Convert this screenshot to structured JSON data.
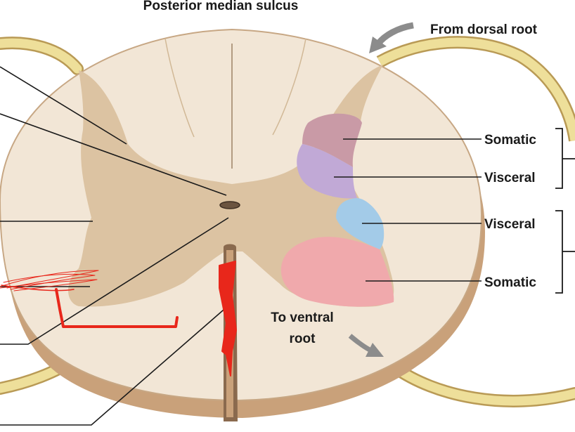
{
  "labels": {
    "posterior_median_sulcus": "Posterior median sulcus",
    "from_dorsal_root": "From dorsal root",
    "somatic_top": "Somatic",
    "visceral_top": "Visceral",
    "visceral_bottom": "Visceral",
    "somatic_bottom": "Somatic",
    "to_ventral_root_line1": "To ventral",
    "to_ventral_root_line2": "root"
  },
  "colors": {
    "white_matter": "#f2e6d6",
    "gray_matter": "#dcc3a2",
    "cord_side": "#c9a17a",
    "nerve_root": "#eedf9a",
    "somatic_sensory": "#c99aa6",
    "visceral_sensory": "#c1a9d6",
    "visceral_motor": "#a3cbe8",
    "somatic_motor": "#f0a9ac",
    "annotation": "#e8271b",
    "arrow": "#8c8c8c"
  }
}
